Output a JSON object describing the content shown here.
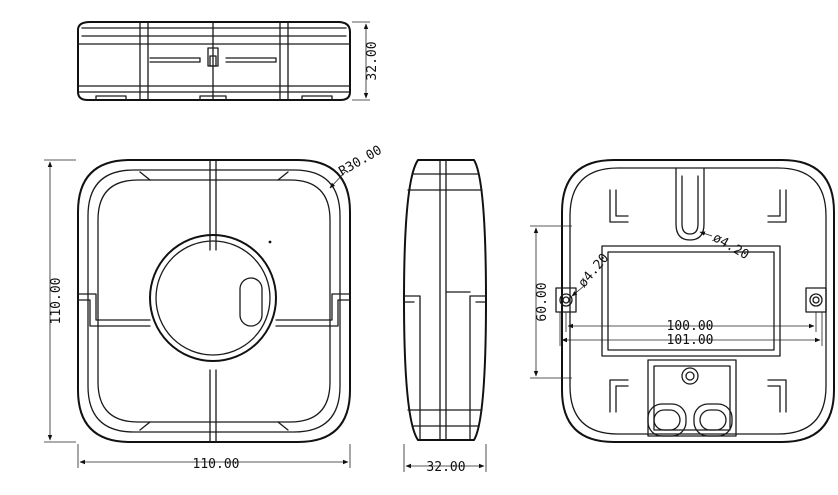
{
  "dimensions": {
    "top_view_height": "32.00",
    "front_view_width": "110.00",
    "front_view_height": "110.00",
    "corner_radius": "R30.00",
    "side_view_depth": "32.00",
    "rear_slot_diameter": "ø4.20",
    "rear_hole_diameter": "ø4.20",
    "rear_hole_vertical_spacing": "60.00",
    "rear_hole_spacing_inner": "100.00",
    "rear_hole_spacing_outer": "101.00"
  }
}
